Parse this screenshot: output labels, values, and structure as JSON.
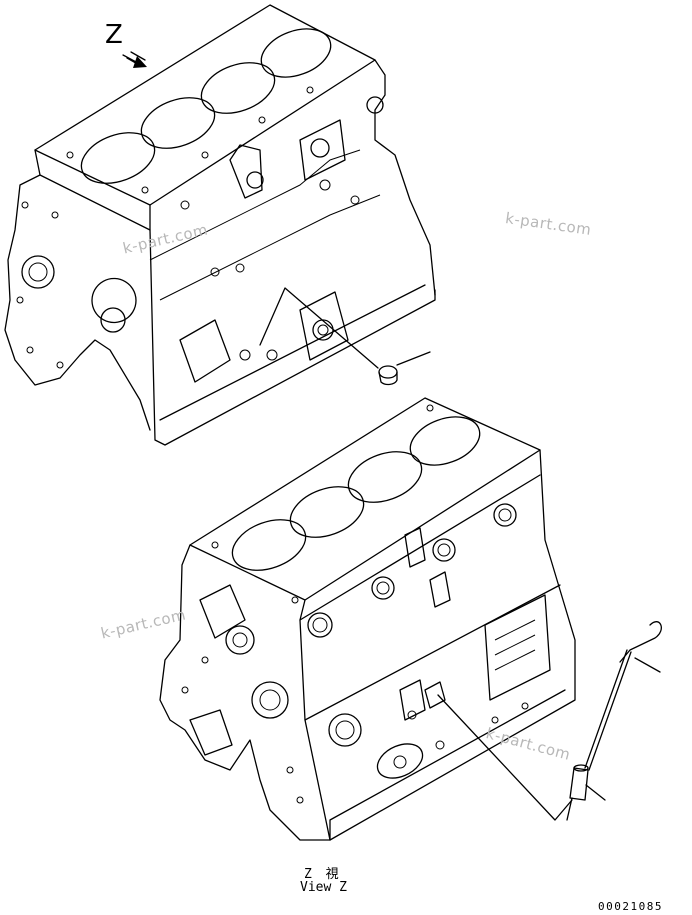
{
  "view_marker": "Z",
  "caption": {
    "line1": "Z  視",
    "line2": "View Z"
  },
  "drawing_number": "00021085",
  "watermarks": [
    "k-part.com",
    "k-part.com",
    "k-part.com",
    "k-part.com"
  ]
}
